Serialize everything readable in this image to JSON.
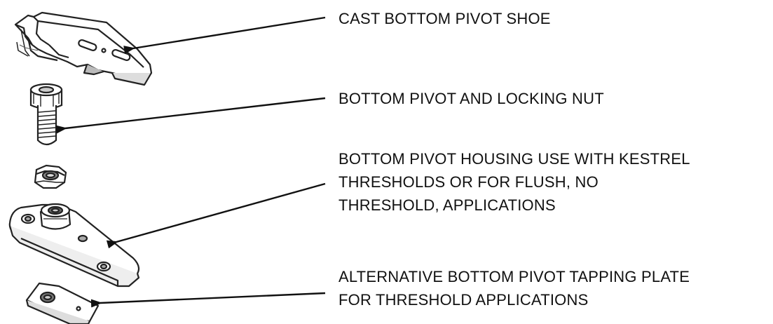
{
  "labels": [
    {
      "id": "shoe",
      "lines": [
        "CAST BOTTOM PIVOT SHOE"
      ]
    },
    {
      "id": "pivot",
      "lines": [
        "BOTTOM PIVOT AND LOCKING NUT"
      ]
    },
    {
      "id": "housing",
      "lines": [
        "BOTTOM PIVOT HOUSING USE WITH KESTREL",
        "THRESHOLDS OR FOR FLUSH, NO",
        "THRESHOLD, APPLICATIONS"
      ]
    },
    {
      "id": "tappingplate",
      "lines": [
        "ALTERNATIVE BOTTOM PIVOT TAPPING PLATE",
        "FOR THRESHOLD APPLICATIONS"
      ]
    }
  ],
  "parts": [
    {
      "name": "cast-bottom-pivot-shoe"
    },
    {
      "name": "bottom-pivot-bolt"
    },
    {
      "name": "locking-nut"
    },
    {
      "name": "bottom-pivot-housing"
    },
    {
      "name": "tapping-plate"
    }
  ]
}
